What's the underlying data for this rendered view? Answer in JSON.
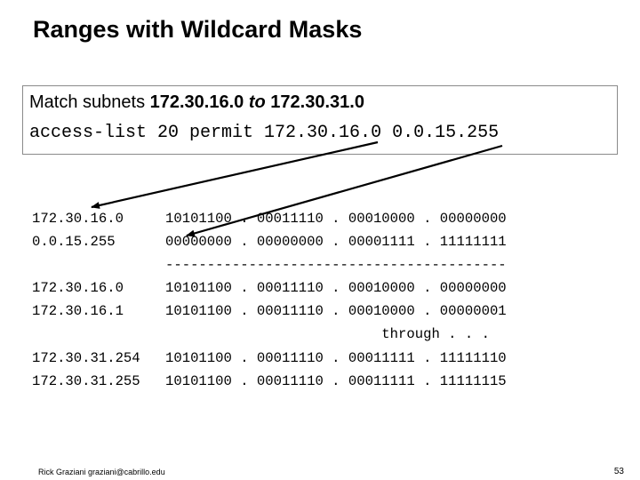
{
  "slide": {
    "title": "Ranges with Wildcard Masks",
    "box": {
      "line1_prefix": "Match subnets ",
      "line1_start": "172.30.16.0",
      "line1_to": " to ",
      "line1_end": "172.30.31.0",
      "line2": "access-list 20 permit 172.30.16.0 0.0.15.255"
    },
    "rows": [
      {
        "addr": "172.30.16.0",
        "bits": "10101100 . 00011110 . 00010000 . 00000000"
      },
      {
        "addr": "0.0.15.255",
        "bits": "00000000 . 00000000 . 00001111 . 11111111"
      },
      {
        "addr": "",
        "bits": "-----------------------------------------"
      },
      {
        "addr": "172.30.16.0",
        "bits": "10101100 . 00011110 . 00010000 . 00000000"
      },
      {
        "addr": "172.30.16.1",
        "bits": "10101100 . 00011110 . 00010000 . 00000001"
      },
      {
        "addr": "",
        "bits": "                          through . . ."
      },
      {
        "addr": "172.30.31.254",
        "bits": "10101100 . 00011110 . 00011111 . 11111110"
      },
      {
        "addr": "172.30.31.255",
        "bits": "10101100 . 00011110 . 00011111 . 11111115"
      }
    ],
    "footer": "Rick Graziani graziani@cabrillo.edu",
    "page_number": "53"
  }
}
